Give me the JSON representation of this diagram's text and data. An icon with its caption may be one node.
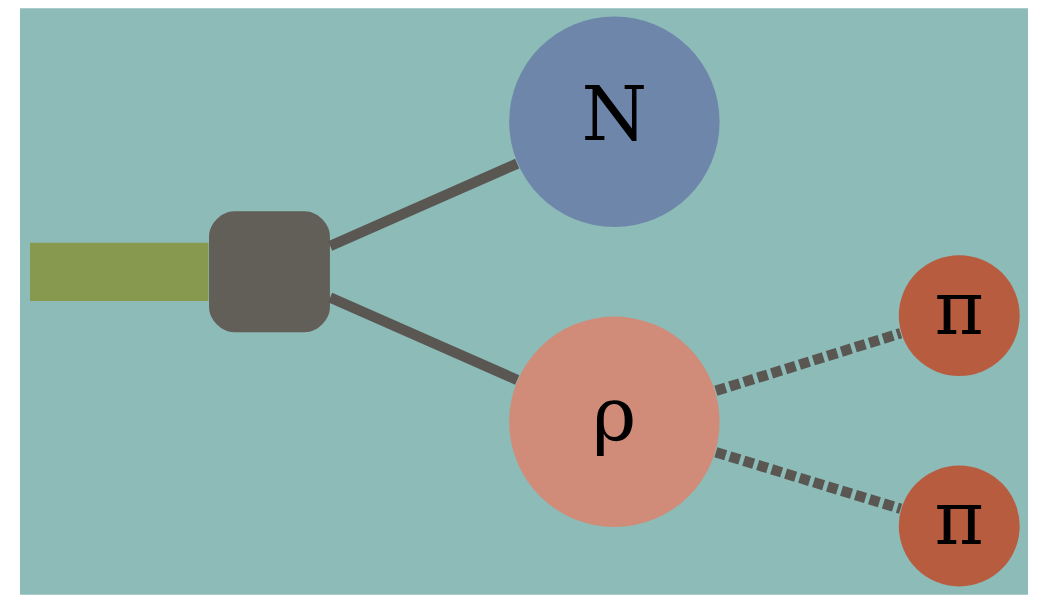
{
  "diagram": {
    "nodes": [
      {
        "text": [],
        "shape": "box"
      },
      {
        "text": [
          "N"
        ]
      },
      {
        "text": [
          "ρ"
        ]
      },
      {
        "text": [
          "π"
        ]
      },
      {
        "text": [
          "π"
        ]
      }
    ],
    "edges": [
      {
        "from": null,
        "to": 0,
        "arrow": "none",
        "style": "thick",
        "color": "#87994e"
      },
      {
        "from": 0,
        "to": 1,
        "arrow": "none"
      },
      {
        "from": 0,
        "to": 2,
        "arrow": "none"
      },
      {
        "from": 2,
        "to": 3,
        "arrow": "none",
        "style": "dashed"
      },
      {
        "from": 2,
        "to": 4,
        "arrow": "none",
        "style": "dashed"
      }
    ]
  }
}
